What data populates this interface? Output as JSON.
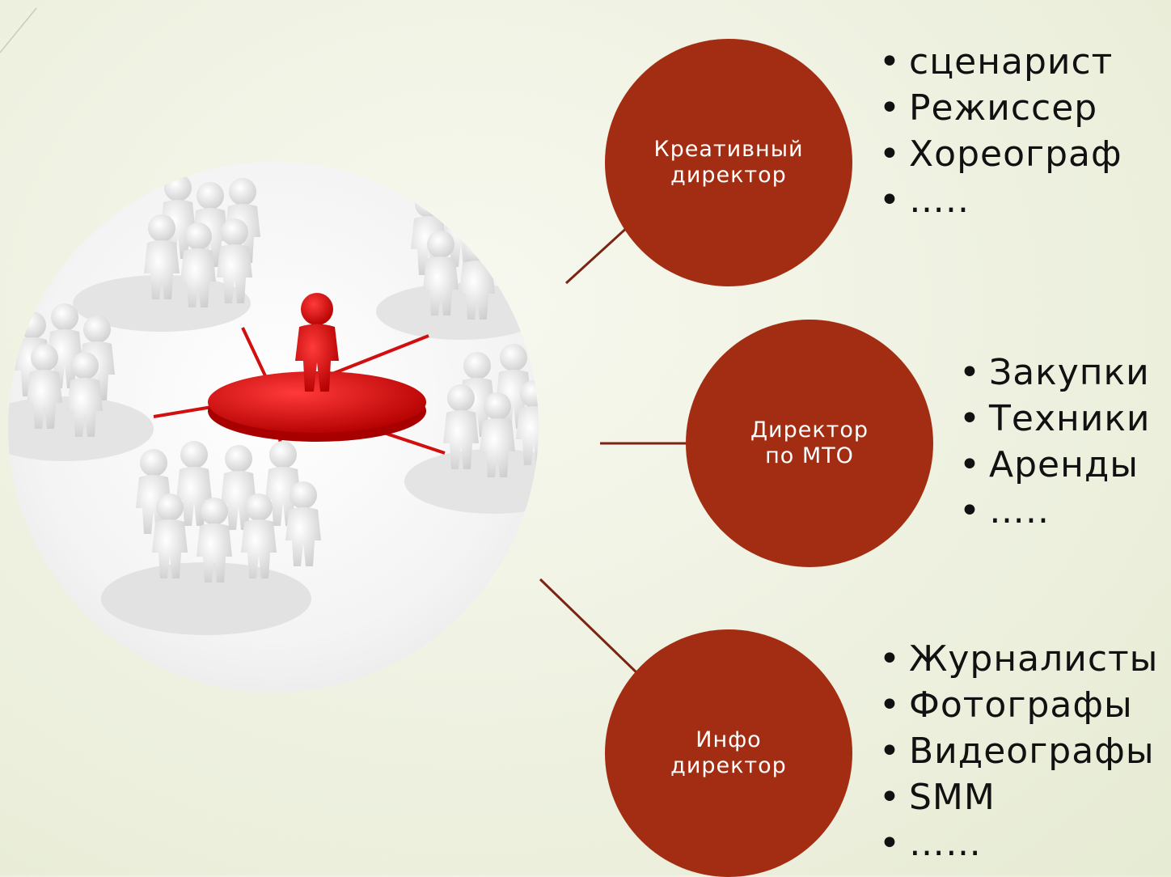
{
  "diagram": {
    "nodes": [
      {
        "id": "creative",
        "label": "Креативный\nдиректор",
        "items": [
          "сценарист",
          "Режиссер",
          "Хореограф",
          "….."
        ]
      },
      {
        "id": "mto",
        "label": "Директор\nпо МТО",
        "items": [
          "Закупки",
          "Техники",
          "Аренды",
          "….."
        ]
      },
      {
        "id": "info",
        "label": "Инфо\nдиректор",
        "items": [
          "Журналисты",
          "Фотографы",
          "Видеографы",
          "SMM",
          "……"
        ]
      }
    ]
  },
  "colors": {
    "node_fill": "#a32d12",
    "connector": "#7a2412",
    "leader_red": "#d10f0f",
    "people": "#ececec"
  },
  "image": {
    "icon": "team-leader-illustration"
  }
}
